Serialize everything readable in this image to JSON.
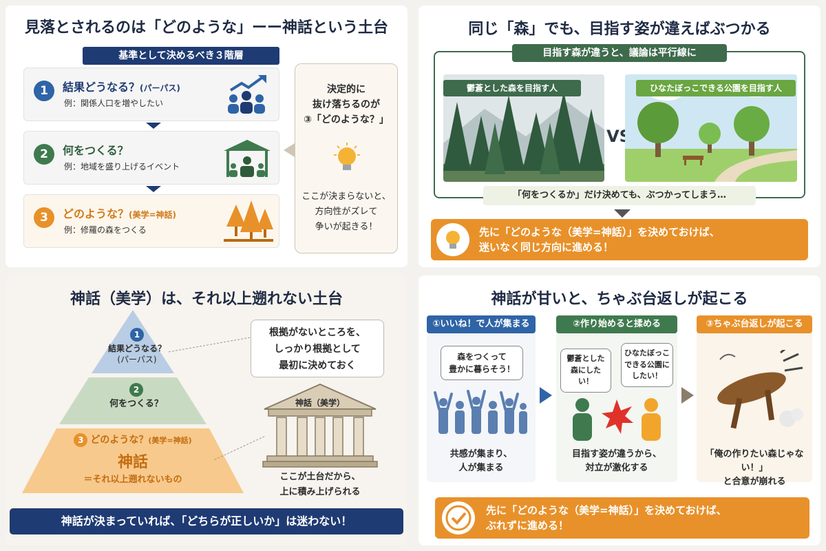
{
  "top_left": {
    "title": "見落とされるのは「どのような」ーー神話という土台",
    "banner": "基準として決めるべき３階層",
    "steps": [
      {
        "num": "1",
        "title": "結果どうなる？",
        "title_note": "(パーパス)",
        "example": "例：関係人口を増やしたい"
      },
      {
        "num": "2",
        "title": "何をつくる？",
        "title_note": "",
        "example": "例：地域を盛り上げるイベント"
      },
      {
        "num": "3",
        "title": "どのような？",
        "title_note": "(美学=神話)",
        "example": "例：修羅の森をつくる"
      }
    ],
    "callout": {
      "line1": "決定的に",
      "line2": "抜け落ちるのが",
      "line3": "③「どのような？」",
      "line4": "ここが決まらないと、",
      "line5": "方向性がズレて",
      "line6": "争いが起きる！"
    }
  },
  "top_right": {
    "title": "同じ「森」でも、目指す姿が違えばぶつかる",
    "banner": "目指す森が違うと、議論は平行線に",
    "left_label": "鬱蒼とした森を目指す人",
    "right_label": "ひなたぼっこできる公園を目指す人",
    "vs": "VS",
    "caption": "「何をつくるか」だけ決めても、ぶつかってしまう…",
    "conclusion_line1": "先に「どのような（美学=神話）」を決めておけば、",
    "conclusion_line2": "迷いなく同じ方向に進める！"
  },
  "bottom_left": {
    "title": "神話（美学）は、それ以上遡れない土台",
    "pyramid": {
      "top_num": "1",
      "top_label": "結果どうなる？",
      "top_note": "(パーパス)",
      "mid_num": "2",
      "mid_label": "何をつくる？",
      "bot_num": "3",
      "bot_label": "どのような？",
      "bot_note": "(美学=神話)",
      "bot_big": "神話",
      "bot_sub": "＝それ以上遡れないもの"
    },
    "callout_line1": "根拠がないところを、",
    "callout_line2": "しっかり根拠として",
    "callout_line3": "最初に決めておく",
    "temple_label": "神話（美学）",
    "temple_caption1": "ここが土台だから、",
    "temple_caption2": "上に積み上げられる",
    "footer": "神話が決まっていれば、「どちらが正しいか」は迷わない！"
  },
  "bottom_right": {
    "title": "神話が甘いと、ちゃぶ台返しが起こる",
    "stage1_header": "①いいね！で人が集まる",
    "stage1_bubble1": "森をつくって",
    "stage1_bubble2": "豊かに暮らそう！",
    "stage1_caption1": "共感が集まり、",
    "stage1_caption2": "人が集まる",
    "stage2_header": "②作り始めると揉める",
    "stage2_bubble_a1": "鬱蒼とした",
    "stage2_bubble_a2": "森にしたい！",
    "stage2_bubble_b1": "ひなたぼっこ",
    "stage2_bubble_b2": "できる公園に",
    "stage2_bubble_b3": "したい！",
    "stage2_caption1": "目指す姿が違うから、",
    "stage2_caption2": "対立が激化する",
    "stage3_header": "③ちゃぶ台返しが起こる",
    "stage3_caption1": "「俺の作りたい森じゃない！」",
    "stage3_caption2": "と合意が崩れる",
    "conclusion_line1": "先に「どのような（美学=神話）」を決めておけば、",
    "conclusion_line2": "ぶれずに進める！"
  },
  "colors": {
    "navy": "#1f3b73",
    "blue_num": "#2f64a6",
    "green_num": "#3f7a4f",
    "orange": "#e8912a"
  }
}
